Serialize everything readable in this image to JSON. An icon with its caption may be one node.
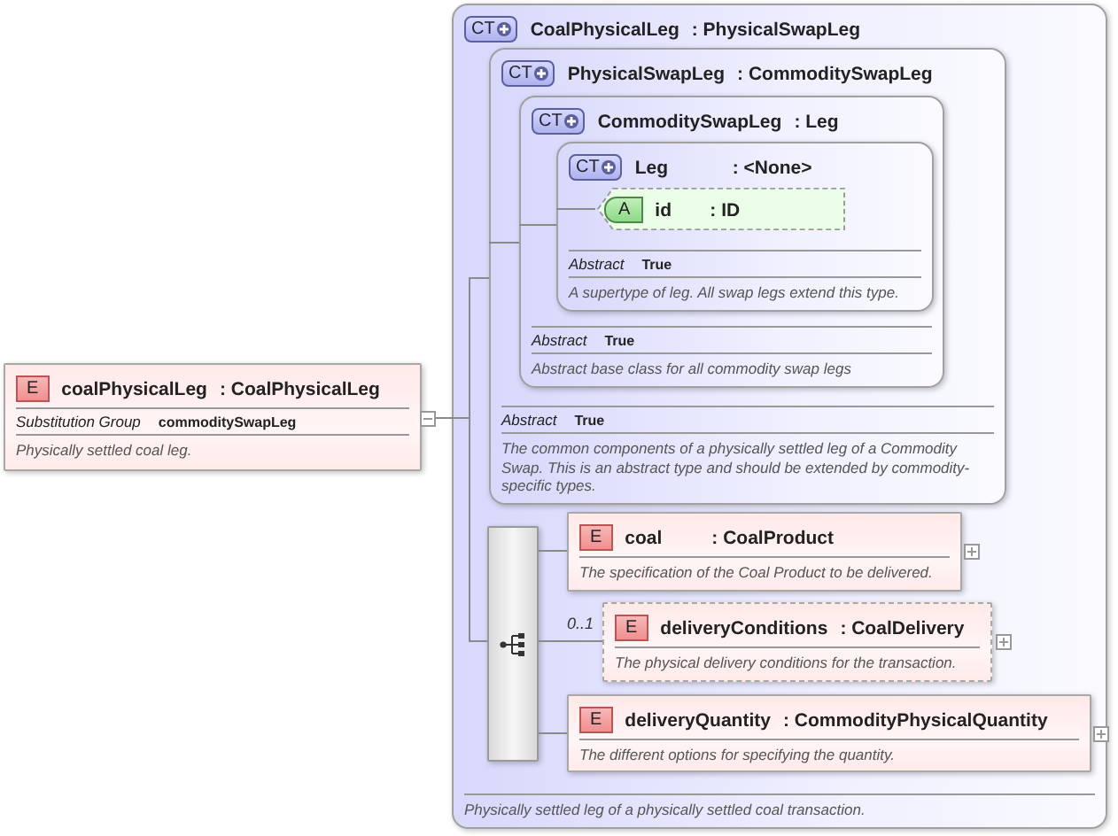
{
  "diagram": {
    "nodes": [
      {
        "text": [
          "E",
          "coalPhysicalLeg",
          ": CoalPhysicalLeg",
          "Substitution Group",
          "commoditySwapLeg",
          "Physically settled coal leg."
        ]
      },
      {
        "text": [
          "CT",
          "CoalPhysicalLeg",
          ": PhysicalSwapLeg",
          "Physically settled leg of a physically settled coal transaction."
        ]
      },
      {
        "text": [
          "CT",
          "PhysicalSwapLeg",
          ": CommoditySwapLeg",
          "Abstract",
          "True",
          "The common components of a physically settled leg of a Commodity Swap. This is an abstract type and should be extended by commodity-specific types."
        ],
        "in": 1
      },
      {
        "text": [
          "CT",
          "CommoditySwapLeg",
          ": Leg",
          "Abstract",
          "True",
          "Abstract base class for all commodity swap legs"
        ],
        "in": 2
      },
      {
        "text": [
          "CT",
          "Leg",
          ": <None>",
          "Abstract",
          "True",
          "A supertype of leg. All swap legs extend this type."
        ],
        "in": 3
      },
      {
        "text": [
          "A",
          "id",
          ": ID"
        ],
        "in": 4
      },
      {
        "text": [],
        "shape": "box",
        "in": 1
      },
      {
        "text": [
          "E",
          "coal",
          ": CoalProduct",
          "The specification of the Coal Product to be delivered."
        ],
        "in": 1
      },
      {
        "text": [
          "E",
          "deliveryConditions",
          ": CoalDelivery",
          "The physical delivery conditions for the transaction."
        ],
        "in": 1,
        "beside": [
          "0..1"
        ]
      },
      {
        "text": [
          "E",
          "deliveryQuantity",
          ": CommodityPhysicalQuantity",
          "The different options for specifying the quantity."
        ],
        "in": 1
      }
    ],
    "edges": [
      {
        "from": 0,
        "to": 2,
        "arrow": "none"
      },
      {
        "from": 0,
        "to": 6,
        "arrow": "none"
      },
      {
        "from": 2,
        "to": 3,
        "arrow": "none"
      },
      {
        "from": 3,
        "to": 4,
        "arrow": "none"
      },
      {
        "from": 4,
        "to": 5,
        "arrow": "none"
      },
      {
        "from": 6,
        "to": 7,
        "arrow": "none"
      },
      {
        "from": 6,
        "to": 8,
        "arrow": "none"
      },
      {
        "from": 6,
        "to": 9,
        "arrow": "none"
      }
    ]
  }
}
